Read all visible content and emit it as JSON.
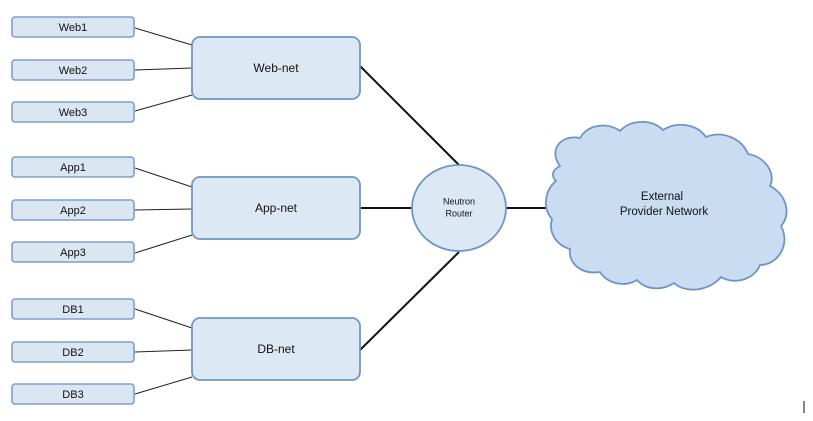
{
  "diagram": {
    "web_hosts": [
      "Web1",
      "Web2",
      "Web3"
    ],
    "app_hosts": [
      "App1",
      "App2",
      "App3"
    ],
    "db_hosts": [
      "DB1",
      "DB2",
      "DB3"
    ],
    "networks": {
      "web": "Web-net",
      "app": "App-net",
      "db": "DB-net"
    },
    "router": {
      "line1": "Neutron",
      "line2": "Router"
    },
    "external": {
      "line1": "External",
      "line2": "Provider Network"
    }
  },
  "colors": {
    "box_fill": "#dbe6f3",
    "box_stroke": "#6f95c6",
    "cloud_fill": "#c9dcf1"
  }
}
